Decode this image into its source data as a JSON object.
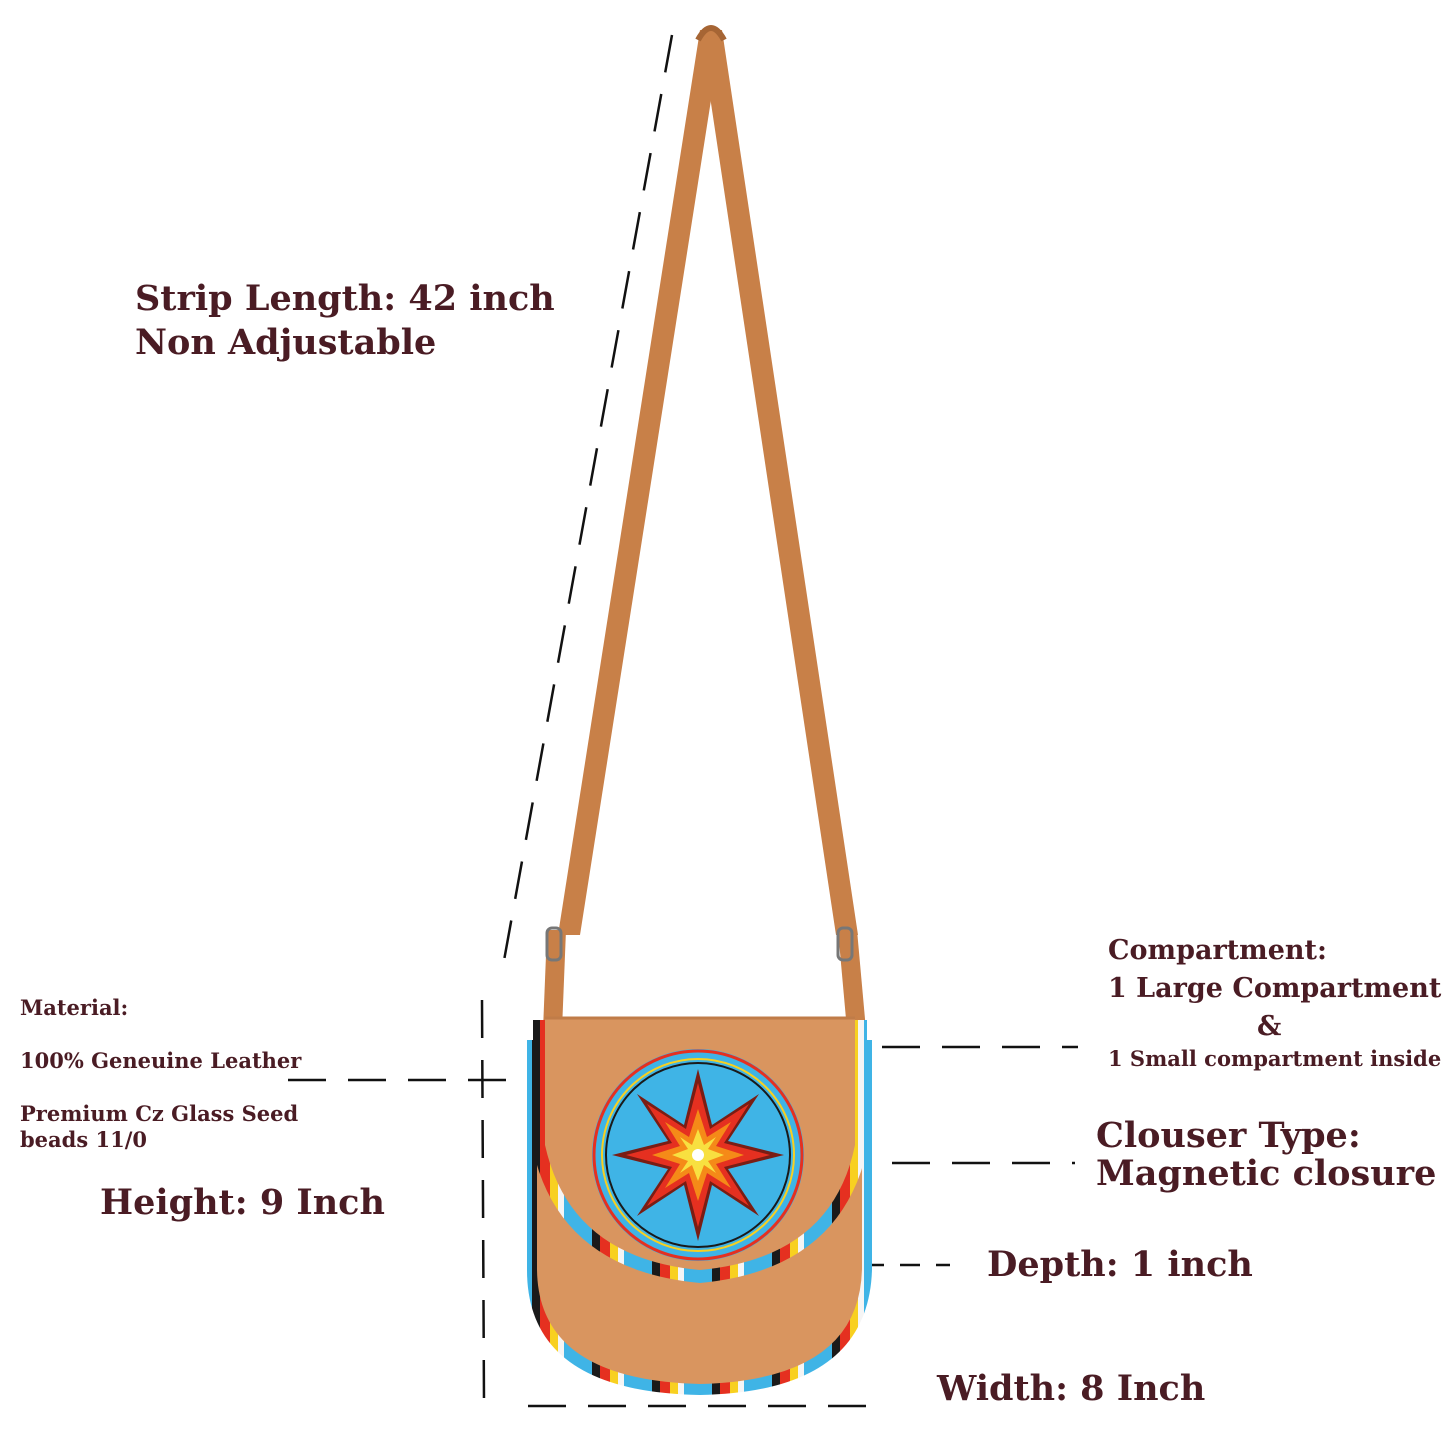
{
  "colors": {
    "text": "#4a1c24",
    "leather": "#d9955f",
    "strap": "#c88048",
    "bead_blue": "#3fb4e6",
    "bead_red": "#e53020",
    "bead_yellow": "#f8d020",
    "bead_black": "#1a1a1a",
    "bead_white": "#f5f5f5"
  },
  "labels": {
    "strip_length": "Strip Length:  42 inch",
    "strip_adjustable": "Non Adjustable",
    "material_title": "Material:",
    "material_leather": "100% Geneuine Leather",
    "material_beads_1": "Premium Cz Glass Seed",
    "material_beads_2": "beads 11/0",
    "height": "Height:   9 Inch",
    "compartment_title": "Compartment:",
    "compartment_large": "1 Large Compartment",
    "compartment_and": "&",
    "compartment_small": "1 Small compartment inside",
    "closure_title": "Clouser Type:",
    "closure_value": "Magnetic closure",
    "depth": "Depth:  1 inch",
    "width": "Width:    8 Inch"
  },
  "image": {
    "subject": "beaded-leather-crossbody-bag",
    "medallion_icon": "eight-point-star-icon"
  }
}
